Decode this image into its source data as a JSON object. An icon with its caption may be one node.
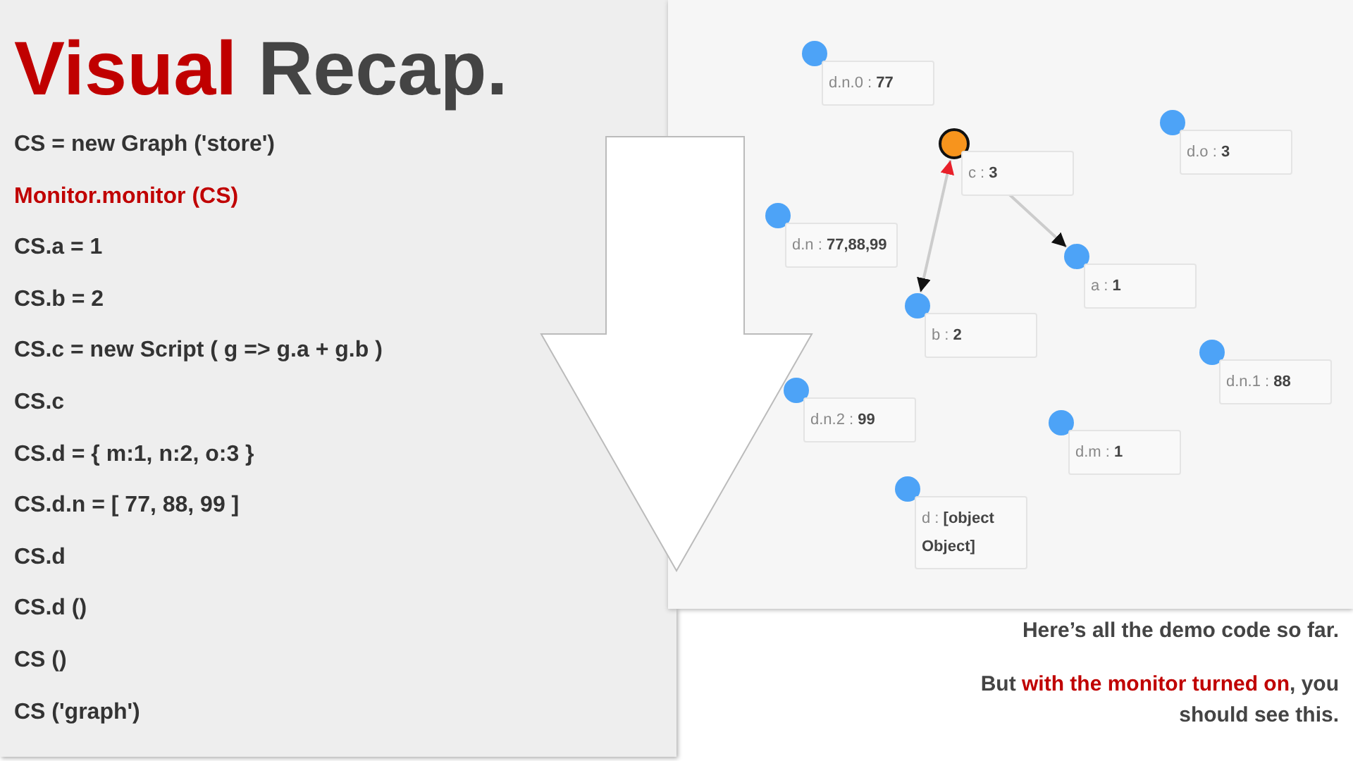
{
  "diagram": {
    "title": "**Visual** Recap.",
    "nodes": [
      {
        "text": [
          "d.n.0 : **77**"
        ]
      },
      {
        "text": [
          "c : **3**"
        ]
      },
      {
        "text": [
          "d.o : **3**"
        ]
      },
      {
        "text": [
          "d.n : **77,88,99**"
        ]
      },
      {
        "text": [
          "a : **1**"
        ]
      },
      {
        "text": [
          "b : **2**"
        ]
      },
      {
        "text": [
          "d.n.1 : **88**"
        ]
      },
      {
        "text": [
          "d.n.2 : **99**"
        ]
      },
      {
        "text": [
          "d.m : **1**"
        ]
      },
      {
        "text": [
          "d : **[object Object]**"
        ]
      }
    ],
    "edges": [
      {
        "from": 1,
        "to": 4,
        "arrow": "both"
      },
      {
        "from": 1,
        "to": 5,
        "arrow": "both"
      }
    ],
    "labels": [
      "CS = new Graph ('store')",
      "Monitor.monitor (CS)",
      "CS.a = 1",
      "CS.b = 2",
      "CS.c = new Script ( g => g.a + g.b )",
      "CS.c",
      "CS.d = { m:1, n:2, o:3 }",
      "CS.d.n = [ 77, 88, 99 ]",
      "CS.d",
      "CS.d ()",
      "CS ()",
      "CS ('graph')",
      "Here’s all the demo code so far.",
      "But **with the monitor turned on**, you should see this."
    ]
  }
}
